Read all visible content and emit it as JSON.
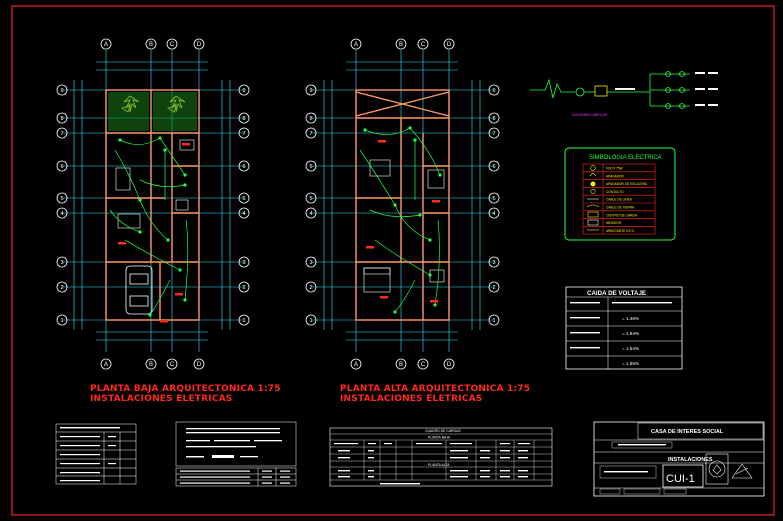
{
  "colors": {
    "background": "#000000",
    "frame": "#e0202a",
    "grid": "#27e9ff",
    "walls": "#ff9a66",
    "wiring": "#22ff44",
    "labels_red": "#ff2a1a",
    "title_white": "#ffffff",
    "tree_yellow": "#ffff33"
  },
  "axes": {
    "left_top": [
      "A",
      "B",
      "C",
      "D"
    ],
    "left_bottom": [
      "A",
      "B",
      "C",
      "D"
    ],
    "right_top": [
      "A",
      "B",
      "C",
      "D"
    ],
    "right_bottom": [
      "A",
      "B",
      "C",
      "D"
    ],
    "rows_left": [
      "9",
      "8",
      "7",
      "6",
      "5",
      "4",
      "3",
      "2",
      "1"
    ],
    "rows_right": [
      "9",
      "8",
      "7",
      "6",
      "5",
      "4",
      "3",
      "2",
      "1"
    ]
  },
  "plans": {
    "ground_title": "PLANTA BAJA ARQUITECTONICA 1:75",
    "ground_subtitle": "INSTALACIONES ELETRICAS",
    "upper_title": "PLANTA ALTA ARQUITECTONICA 1:75",
    "upper_subtitle": "INSTALACIONES ELETRICAS"
  },
  "legend": {
    "title": "SIMBOLOGIA ELECTRICA",
    "items": [
      "FOCO 75W",
      "APAGADOR",
      "APAGADOR DE ESCALERA",
      "CONTACTO",
      "CABLE DE LINEA",
      "CABLE DE TIERRA",
      "CENTRO DE CARGA",
      "MEDIDOR",
      "ARBOTANTE S.P.C."
    ]
  },
  "voltage_drop": {
    "title": "CAIDA DE VOLTAJE",
    "rows": [
      "= 1.48%",
      "= 1.84%",
      "= 1.54%",
      "= 1.65%"
    ]
  },
  "single_line": {
    "caption": "DIAGRAMA UNIFILAR"
  },
  "title_block": {
    "project": "CASA DE INTERES SOCIAL",
    "sheet_name": "INSTALACIONES",
    "sheet_code": "CUI-1"
  },
  "tables": {
    "load_table_title": "CUADRO DE CARGAS",
    "load_table_subtitle": "PLANTA BAJA",
    "load_table_mid": "PLANTA ALTA"
  }
}
